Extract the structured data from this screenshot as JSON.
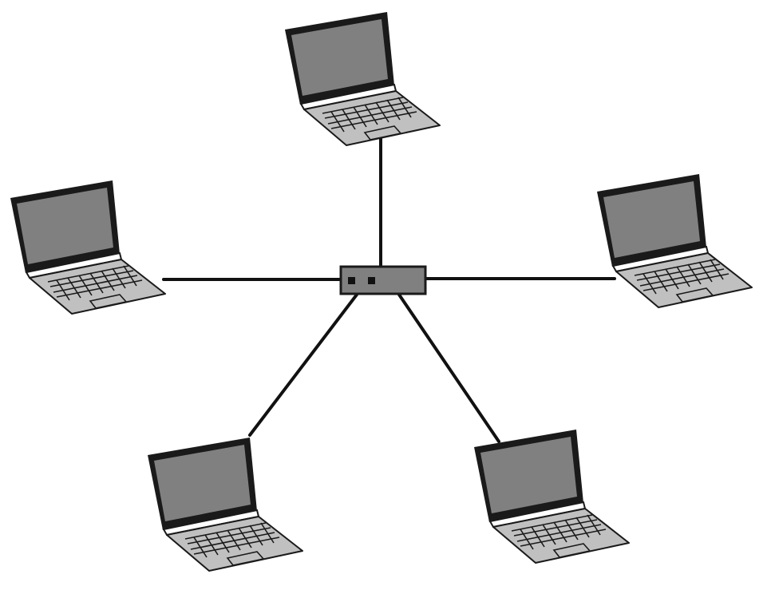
{
  "diagram": {
    "type": "star-topology",
    "colors": {
      "line": "#111111",
      "screen": "#808080",
      "base": "#c0c0c0",
      "frame": "#1a1a1a",
      "background": "#ffffff"
    },
    "hub": {
      "icon": "network-hub-icon",
      "ports": 2
    },
    "nodes": [
      {
        "id": "top",
        "icon": "laptop-icon"
      },
      {
        "id": "left",
        "icon": "laptop-icon"
      },
      {
        "id": "right",
        "icon": "laptop-icon"
      },
      {
        "id": "bottom-left",
        "icon": "laptop-icon"
      },
      {
        "id": "bottom-right",
        "icon": "laptop-icon"
      }
    ]
  }
}
